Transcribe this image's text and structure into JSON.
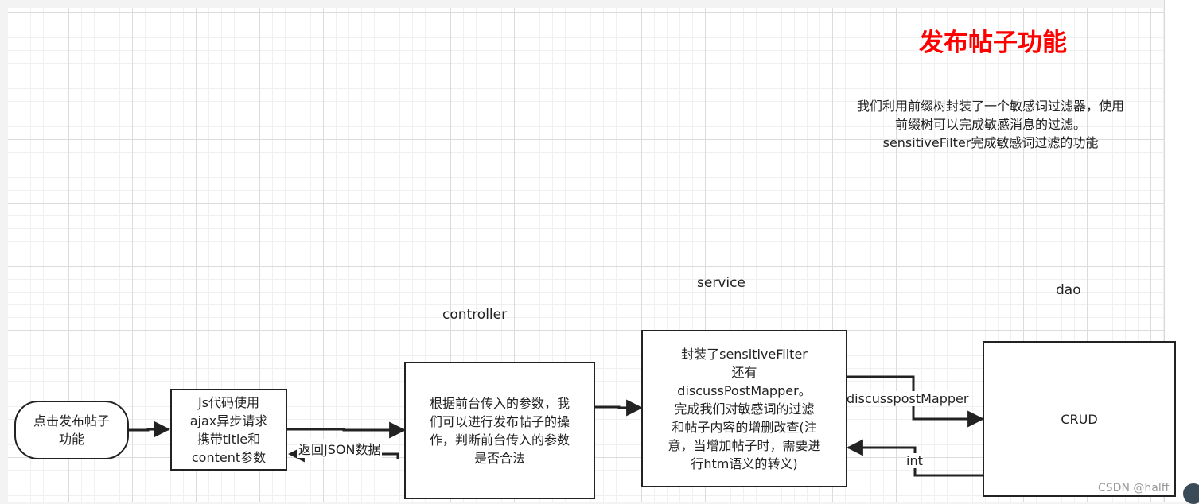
{
  "title": {
    "text": "发布帖子功能",
    "color": "#ff0000"
  },
  "note": {
    "line1": "我们利用前缀树封装了一个敏感词过滤器，使用",
    "line2": "前缀树可以完成敏感消息的过滤。",
    "line3": "sensitiveFilter完成敏感词过滤的功能"
  },
  "layers": {
    "controller": "controller",
    "service": "service",
    "dao": "dao"
  },
  "nodes": {
    "start": [
      "点击发布帖子",
      "功能"
    ],
    "js": [
      "Js代码使用",
      "ajax异步请求",
      "携带title和",
      "content参数"
    ],
    "controller": [
      "根据前台传入的参数，我",
      "们可以进行发布帖子的操",
      "作，判断前台传入的参数",
      "是否合法"
    ],
    "service": [
      "封装了sensitiveFilter",
      "还有",
      "discussPostMapper。",
      "完成我们对敏感词的过滤",
      "和帖子内容的增删改查(注",
      "意，当增加帖子时，需要进",
      "行htm语义的转义)"
    ],
    "dao": "CRUD"
  },
  "edge_labels": {
    "return_json": "返回JSON数据",
    "mapper": "discusspostMapper",
    "int": "int"
  },
  "watermark": "CSDN @halff"
}
